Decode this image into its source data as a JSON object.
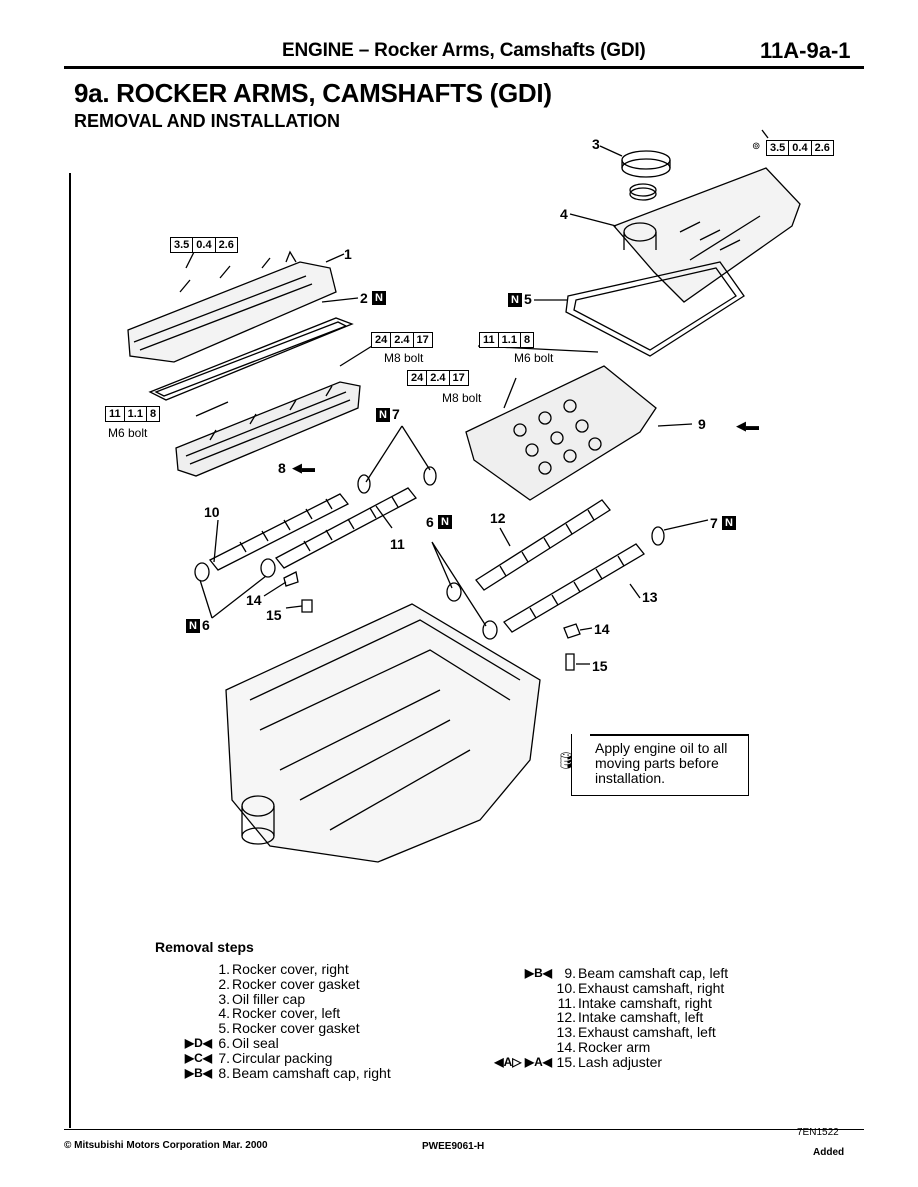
{
  "header": {
    "title": "ENGINE – Rocker Arms, Camshafts (GDI)",
    "page": "11A-9a-1"
  },
  "section": {
    "title": "9a. ROCKER ARMS, CAMSHAFTS (GDI)",
    "subtitle": "REMOVAL AND INSTALLATION"
  },
  "diagram": {
    "torques": [
      {
        "values": [
          "3.5",
          "0.4",
          "2.6"
        ]
      },
      {
        "values": [
          "3.5",
          "0.4",
          "2.6"
        ]
      },
      {
        "values": [
          "24",
          "2.4",
          "17"
        ],
        "note": "M8 bolt"
      },
      {
        "values": [
          "11",
          "1.1",
          "8"
        ],
        "note": "M6 bolt"
      },
      {
        "values": [
          "24",
          "2.4",
          "17"
        ],
        "note": "M8 bolt"
      },
      {
        "values": [
          "11",
          "1.1",
          "8"
        ],
        "note": "M6 bolt"
      }
    ],
    "callouts": {
      "c1": "1",
      "c2": "2",
      "c3": "3",
      "c4": "4",
      "c5": "5",
      "c6a": "6",
      "c6b": "6",
      "c7a": "7",
      "c7b": "7",
      "c8": "8",
      "c9": "9",
      "c10": "10",
      "c11": "11",
      "c12": "12",
      "c13": "13",
      "c14a": "14",
      "c14b": "14",
      "c15a": "15",
      "c15b": "15"
    },
    "n_mark": "N",
    "note": [
      "Apply engine oil to all",
      "moving parts before",
      "installation."
    ]
  },
  "removal": {
    "title": "Removal steps",
    "left": [
      {
        "mark": "",
        "num": "1.",
        "text": "Rocker cover, right"
      },
      {
        "mark": "",
        "num": "2.",
        "text": "Rocker cover gasket"
      },
      {
        "mark": "",
        "num": "3.",
        "text": "Oil filler cap"
      },
      {
        "mark": "",
        "num": "4.",
        "text": "Rocker cover, left"
      },
      {
        "mark": "",
        "num": "5.",
        "text": "Rocker cover gasket"
      },
      {
        "mark": "▶D◀",
        "num": "6.",
        "text": "Oil seal"
      },
      {
        "mark": "▶C◀",
        "num": "7.",
        "text": "Circular packing"
      },
      {
        "mark": "▶B◀",
        "num": "8.",
        "text": "Beam camshaft cap, right"
      }
    ],
    "right": [
      {
        "mark": "▶B◀",
        "num": "9.",
        "text": "Beam camshaft cap, left"
      },
      {
        "mark": "",
        "num": "10.",
        "text": "Exhaust camshaft, right"
      },
      {
        "mark": "",
        "num": "11.",
        "text": "Intake camshaft, right"
      },
      {
        "mark": "",
        "num": "12.",
        "text": "Intake camshaft, left"
      },
      {
        "mark": "",
        "num": "13.",
        "text": "Exhaust camshaft, left"
      },
      {
        "mark": "",
        "num": "14.",
        "text": "Rocker arm"
      },
      {
        "mark": "◀A▷ ▶A◀",
        "num": "15.",
        "text": "Lash adjuster"
      }
    ]
  },
  "footer": {
    "ref_code": "7EN1522",
    "copyright": "© Mitsubishi Motors Corporation   Mar. 2000",
    "publication": "PWEE9061-H",
    "status": "Added"
  }
}
